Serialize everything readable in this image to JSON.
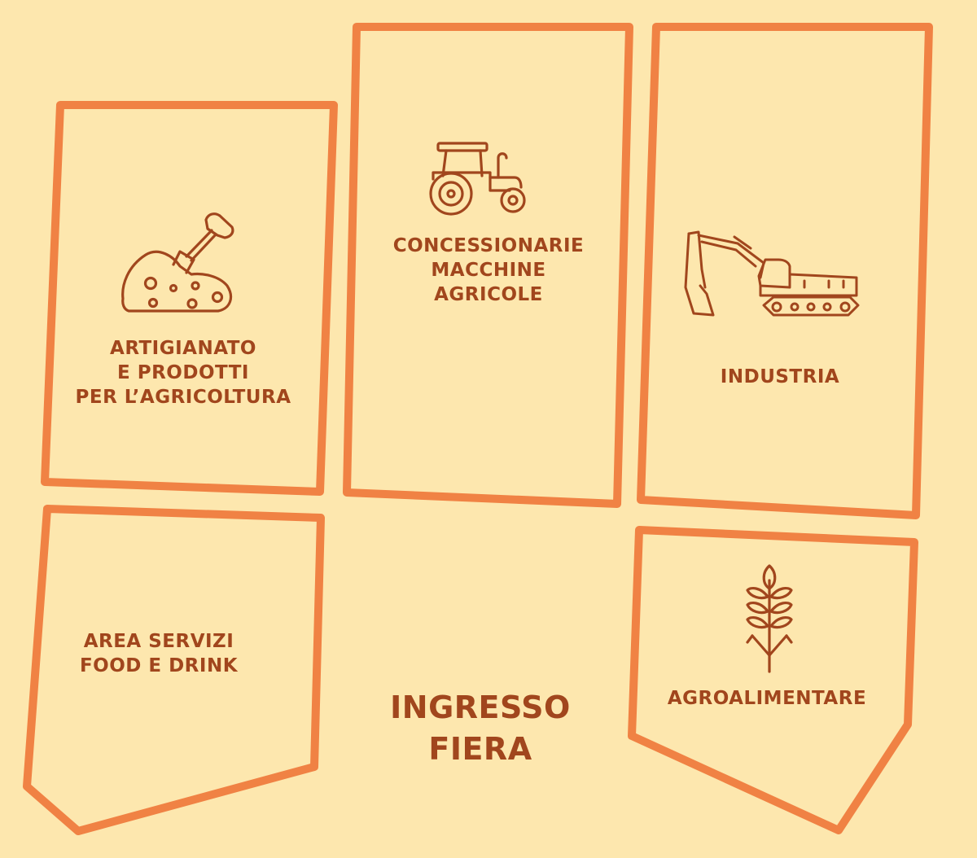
{
  "map": {
    "zones": {
      "artigianato": {
        "lines": [
          "ARTIGIANATO",
          "E PRODOTTI",
          "PER L’AGRICOLTURA"
        ],
        "icon": "shovel-in-soil-icon"
      },
      "concessionarie": {
        "lines": [
          "CONCESSIONARIE",
          "MACCHINE",
          "AGRICOLE"
        ],
        "icon": "tractor-icon"
      },
      "industria": {
        "lines": [
          "INDUSTRIA"
        ],
        "icon": "excavator-icon"
      },
      "area_servizi": {
        "lines": [
          "AREA SERVIZI",
          "FOOD E DRINK"
        ]
      },
      "agroalimentare": {
        "lines": [
          "AGROALIMENTARE"
        ],
        "icon": "wheat-icon"
      }
    },
    "entrance": {
      "lines": [
        "INGRESSO",
        "FIERA"
      ]
    }
  },
  "colors": {
    "background": "#fde7ae",
    "zone_border": "#f08244",
    "text_and_icons": "#a1461d"
  }
}
